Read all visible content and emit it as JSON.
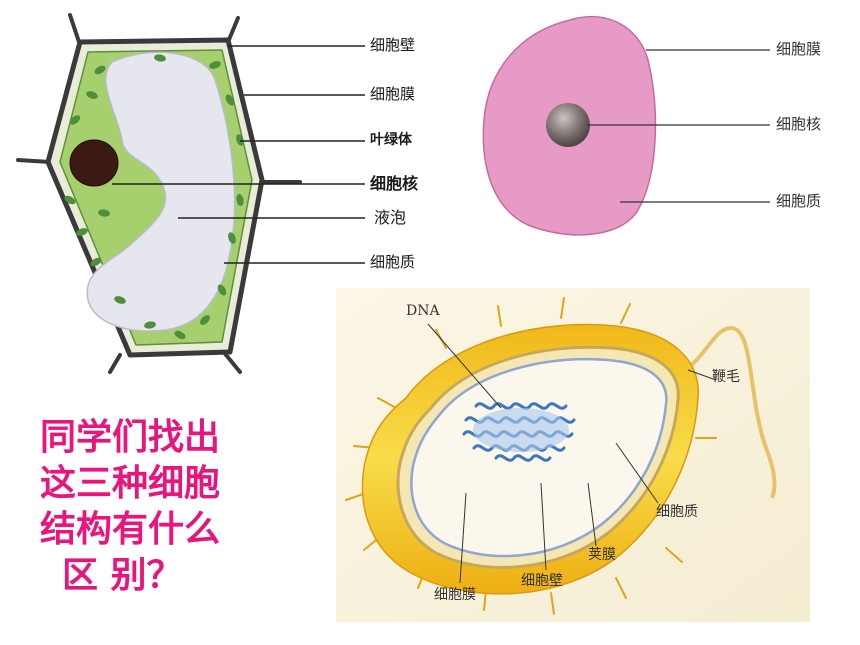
{
  "plant_cell": {
    "labels": {
      "wall": "细胞壁",
      "membrane": "细胞膜",
      "chloroplast": "叶绿体",
      "nucleus": "细胞核",
      "vacuole": "液泡",
      "cytoplasm": "细胞质"
    }
  },
  "animal_cell": {
    "labels": {
      "membrane": "细胞膜",
      "nucleus": "细胞核",
      "cytoplasm": "细胞质"
    }
  },
  "bacterium": {
    "labels": {
      "dna": "DNA",
      "flagellum": "鞭毛",
      "cytoplasm": "细胞质",
      "capsule": "荚膜",
      "wall": "细胞壁",
      "membrane": "细胞膜"
    }
  },
  "question": {
    "lines": [
      "同学们找出",
      "这三种细胞",
      "结构有什么",
      "区  别？"
    ]
  },
  "colors": {
    "question": "#e8157d",
    "plant_cytoplasm": "#a6cf6e",
    "animal_cytoplasm": "#e79ac6",
    "capsule": "#f3c720"
  }
}
